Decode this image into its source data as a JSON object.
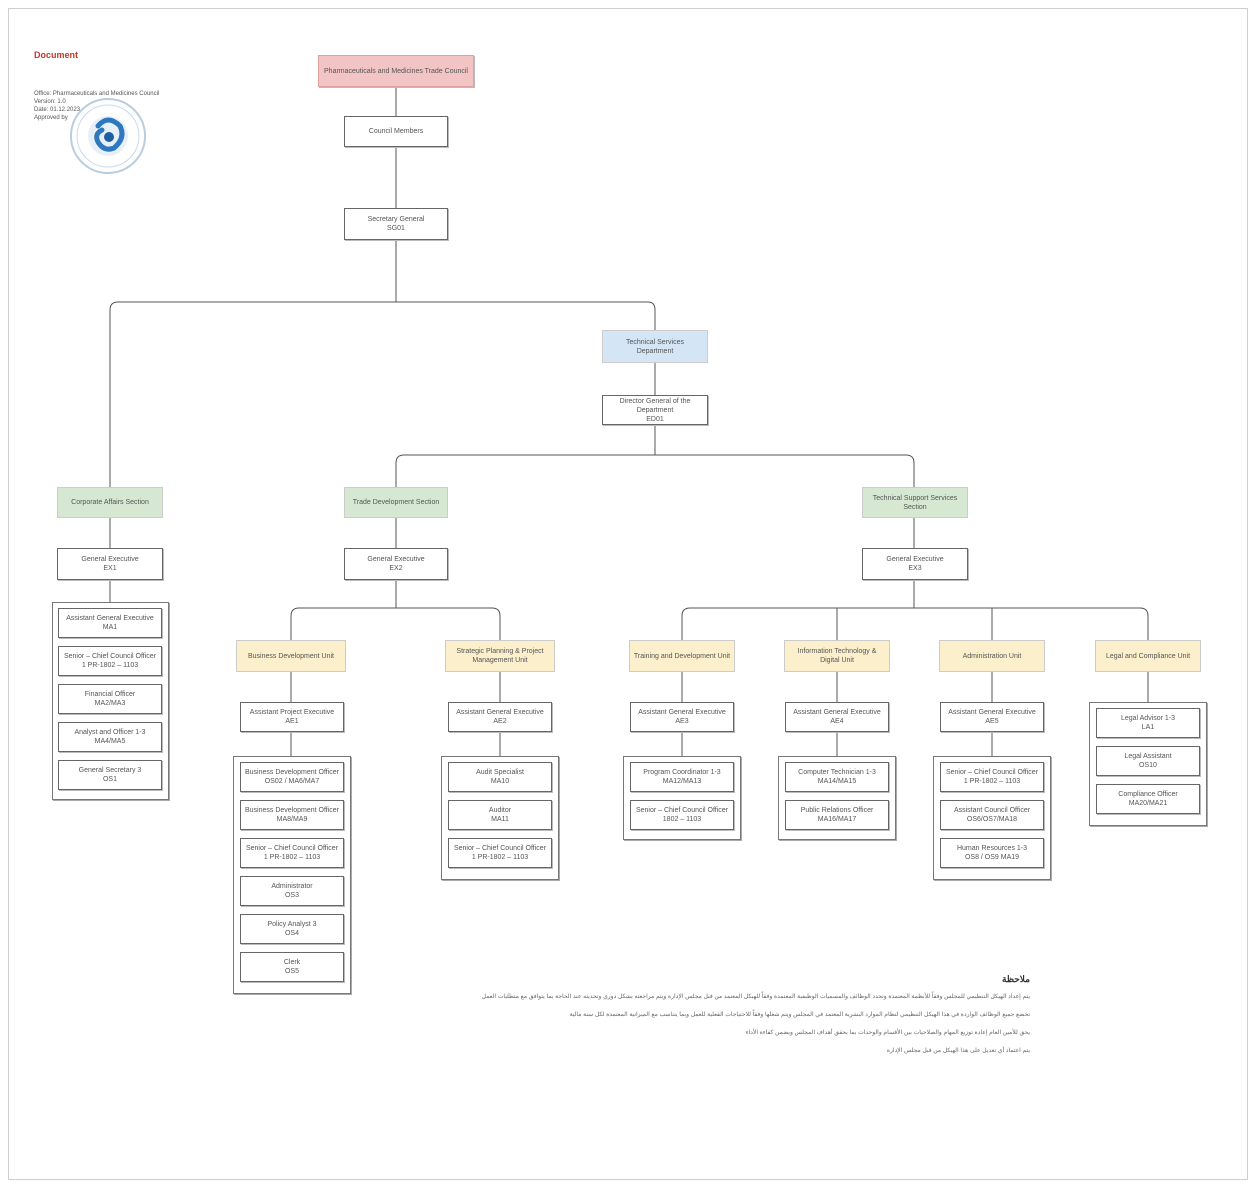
{
  "document": {
    "label": "Document",
    "meta": [
      "Office: Pharmaceuticals and Medicines Council",
      "Version: 1.0",
      "Date: 01.12.2023",
      "Approved by"
    ]
  },
  "nodes": {
    "council": "Pharmaceuticals and Medicines Trade Council",
    "board": "Council Members",
    "secgen": [
      "Secretary General",
      "SG01"
    ],
    "tech_sector": [
      "Technical Services",
      "Department"
    ],
    "tech_exec": [
      "Director General of the Department",
      "ED01"
    ],
    "corp": "Corporate Affairs Section",
    "corp_exec": [
      "General Executive",
      "EX1"
    ],
    "dev": "Trade Development Section",
    "dev_exec": [
      "General Executive",
      "EX2"
    ],
    "reg": "Technical Support Services Section",
    "reg_exec": [
      "General Executive",
      "EX3"
    ],
    "dev_units": [
      {
        "title": "Business Development Unit",
        "head": [
          "Assistant Project Executive",
          "AE1"
        ]
      },
      {
        "title": "Strategic Planning & Project Management Unit",
        "head": [
          "Assistant General Executive",
          "AE2"
        ]
      }
    ],
    "reg_units": [
      {
        "title": "Training and Development Unit",
        "head": [
          "Assistant General Executive",
          "AE3"
        ]
      },
      {
        "title": "Information Technology & Digital Unit",
        "head": [
          "Assistant General Executive",
          "AE4"
        ]
      },
      {
        "title": "Administration Unit",
        "head": [
          "Assistant General Executive",
          "AE5"
        ]
      },
      {
        "title": "Legal and Compliance Unit",
        "head": []
      }
    ]
  },
  "groups": {
    "corp": [
      [
        "Assistant General Executive",
        "MA1"
      ],
      [
        "Senior – Chief Council Officer",
        "1 PR-1802 – 1103"
      ],
      [
        "Financial Officer",
        "MA2/MA3"
      ],
      [
        "Analyst and Officer 1-3",
        "MA4/MA5"
      ],
      [
        "General Secretary 3",
        "OS1"
      ]
    ],
    "biz": [
      [
        "Business Development Officer",
        "OS02 / MA6/MA7"
      ],
      [
        "Business Development Officer",
        "MA8/MA9"
      ],
      [
        "Senior – Chief Council Officer",
        "1 PR-1802 – 1103"
      ],
      [
        "Administrator",
        "OS3"
      ],
      [
        "Policy Analyst 3",
        "OS4"
      ],
      [
        "Clerk",
        "OS5"
      ]
    ],
    "plan": [
      [
        "Audit Specialist",
        "MA10"
      ],
      [
        "Auditor",
        "MA11"
      ],
      [
        "Senior – Chief Council Officer",
        "1 PR-1802 – 1103"
      ]
    ],
    "train": [
      [
        "Program Coordinator 1-3",
        "MA12/MA13"
      ],
      [
        "Senior – Chief Council Officer",
        "1802 – 1103"
      ]
    ],
    "it": [
      [
        "Computer Technician 1-3",
        "MA14/MA15"
      ],
      [
        "Public Relations Officer",
        "MA16/MA17"
      ]
    ],
    "admin": [
      [
        "Senior – Chief Council Officer",
        "1 PR-1802 – 1103"
      ],
      [
        "Assistant Council Officer",
        "OS6/OS7/MA18"
      ],
      [
        "Human Resources 1-3",
        "OS8 / OS9 MA19"
      ]
    ],
    "legal": [
      [
        "Legal Advisor 1-3",
        "LA1"
      ],
      [
        "Legal Assistant",
        "OS10"
      ],
      [
        "Compliance Officer",
        "MA20/MA21"
      ]
    ]
  },
  "notes": {
    "title": "ملاحظة",
    "items": [
      "يتم إعداد الهيكل التنظيمي للمجلس وفقاً للأنظمة المعتمدة وتحدد الوظائف والمسميات الوظيفية المعتمدة وفقاً للهيكل المعتمد من قبل مجلس الإدارة ويتم مراجعته بشكل دوري وتحديثه عند الحاجة بما يتوافق مع متطلبات العمل",
      "تخضع جميع الوظائف الواردة في هذا الهيكل التنظيمي لنظام الموارد البشرية المعتمد في المجلس ويتم شغلها وفقاً للاحتياجات الفعلية للعمل وبما يتناسب مع الميزانية المعتمدة لكل سنة مالية",
      "يحق للأمين العام إعادة توزيع المهام والصلاحيات بين الأقسام والوحدات بما يحقق أهداف المجلس ويضمن كفاءة الأداء",
      "يتم اعتماد أي تعديل على هذا الهيكل من قبل مجلس الإدارة"
    ]
  }
}
